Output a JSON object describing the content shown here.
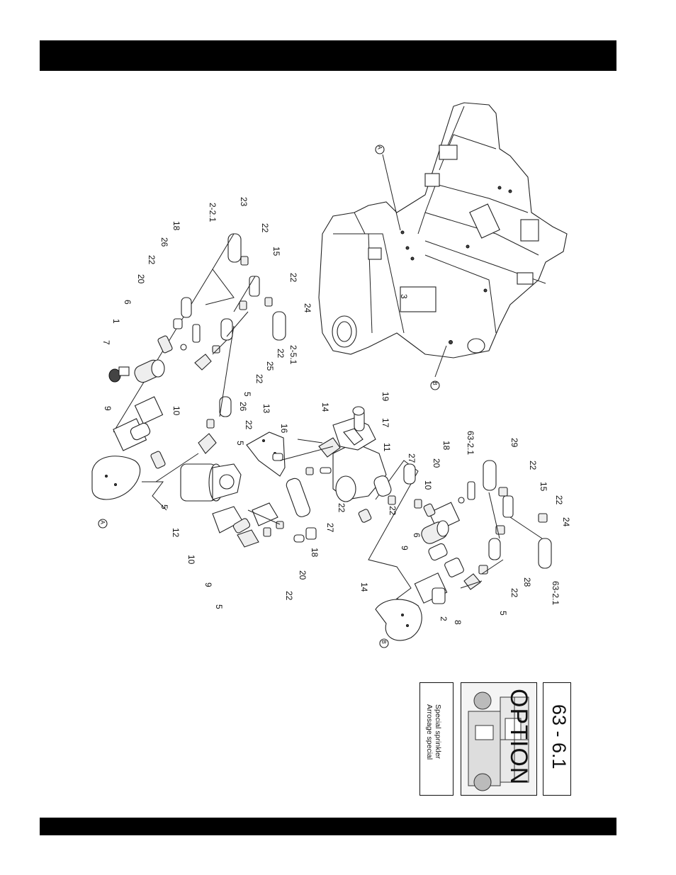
{
  "header": {
    "bar_text": ""
  },
  "footer": {
    "bar_text": ""
  },
  "badge": {
    "code": "63 - 6.1",
    "option_label": "OPTION",
    "caption_en": "Special sprinkler",
    "caption_fr": "Arrosage special"
  },
  "callouts": {
    "c23": "23",
    "c2_2_1": "2-2.1",
    "c22a": "22",
    "c18a": "18",
    "c26a": "26",
    "c22b": "22",
    "c20a": "20",
    "c15a": "15",
    "c22c": "22",
    "c6a": "6",
    "c24a": "24",
    "c1": "1",
    "c7": "7",
    "c2_5_1": "2-5.1",
    "c22d": "22",
    "c25": "25",
    "c22e": "22",
    "c5a": "5",
    "c9a": "9",
    "c10a": "10",
    "c26b": "26",
    "c22f": "22",
    "c5b": "5",
    "c13": "13",
    "c16": "16",
    "c14a": "14",
    "c19": "19",
    "c17": "17",
    "c11": "11",
    "c5c": "5",
    "cA1": "A",
    "c12": "12",
    "c10b": "10",
    "c9b": "9",
    "c5d": "5",
    "c22g": "22",
    "c20b": "20",
    "c18b": "18",
    "c27": "27",
    "c22h": "22",
    "c14b": "14",
    "c6b": "6",
    "c22i": "22",
    "c27b": "27",
    "c10c": "10",
    "c20c": "20",
    "c18c": "18",
    "c63_2_1a": "63-2.1",
    "c29": "29",
    "c22j": "22",
    "c15b": "15",
    "c22k": "22",
    "c24b": "24",
    "c63_2_1b": "63-2.1",
    "c28": "28",
    "c22l": "22",
    "c5e": "5",
    "c8": "8",
    "c2": "2",
    "c9c": "9",
    "cB1": "B",
    "c3": "3",
    "cA2": "A",
    "cB2": "B"
  }
}
